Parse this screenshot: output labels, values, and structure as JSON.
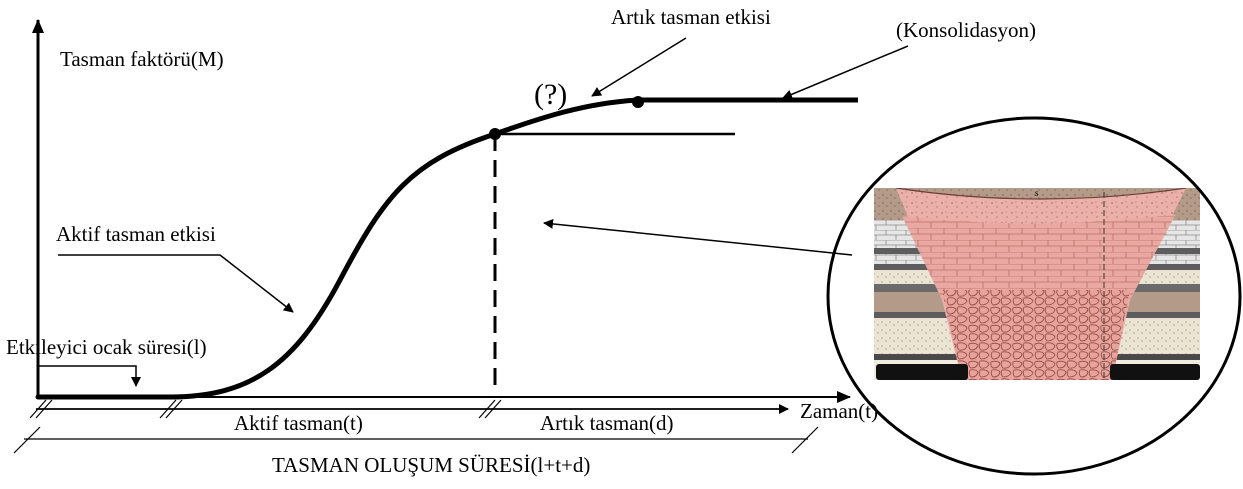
{
  "labels": {
    "y_axis": "Tasman faktörü(M)",
    "x_axis": "Zaman(t)",
    "residual_effect": "Artık tasman etkisi",
    "consolidation": "(Konsolidasyon)",
    "question": "(?)",
    "active_effect": "Aktif tasman etkisi",
    "influence_period": "Etkileyici ocak süresi(l)",
    "active_subsidence": "Aktif tasman(t)",
    "residual_subsidence": "Artık tasman(d)",
    "total_duration": "TASMAN OLUŞUM SÜRESİ(l+t+d)",
    "inset_s_mark": "s"
  },
  "colors": {
    "ink": "#000000",
    "rock_pink": "#e9a9a2",
    "rock_pink_dark": "#c98078",
    "rock_brown": "#b49a88",
    "sand": "#ece4d2",
    "shale": "#5d5d5d",
    "limestone": "#e6e6e6"
  }
}
